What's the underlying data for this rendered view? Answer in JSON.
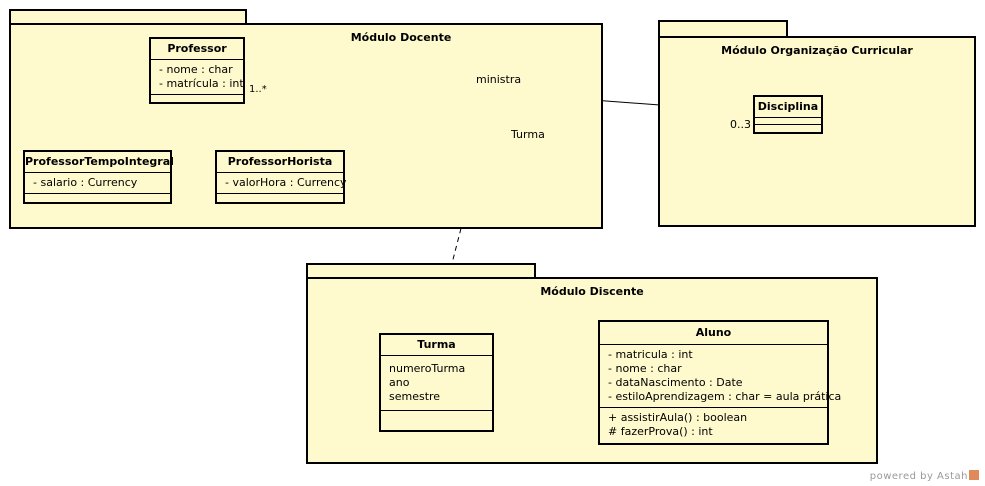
{
  "packages": {
    "docente": {
      "title": "Módulo Docente"
    },
    "organizacao": {
      "title": "Módulo Organização Curricular"
    },
    "discente": {
      "title": "Módulo Discente"
    }
  },
  "classes": {
    "professor": {
      "name": "Professor",
      "attributes": [
        "- nome : char",
        "- matrícula : int"
      ]
    },
    "tempo_integral": {
      "name": "ProfessorTempoIntegral",
      "attributes": [
        "- salario : Currency"
      ]
    },
    "horista": {
      "name": "ProfessorHorista",
      "attributes": [
        "- valorHora : Currency"
      ]
    },
    "disciplina": {
      "name": "Disciplina"
    },
    "turma": {
      "name": "Turma",
      "attributes": [
        "numeroTurma",
        "ano",
        "semestre"
      ]
    },
    "aluno": {
      "name": "Aluno",
      "attributes": [
        "- matricula : int",
        "- nome : char",
        "- dataNascimento : Date",
        "- estiloAprendizagem : char = aula prática"
      ],
      "operations": [
        "+ assistirAula() : boolean",
        "# fazerProva() : int"
      ]
    }
  },
  "associations": {
    "ministra": {
      "label": "ministra",
      "source_mult": "1..*",
      "target_mult": "0..3"
    },
    "turma_assoc": {
      "label": "Turma"
    }
  },
  "footer": {
    "powered_by": "powered by Astah"
  },
  "colors": {
    "fill": "#fffacd",
    "stroke": "#000000",
    "footer_text": "#9a9a9a"
  }
}
